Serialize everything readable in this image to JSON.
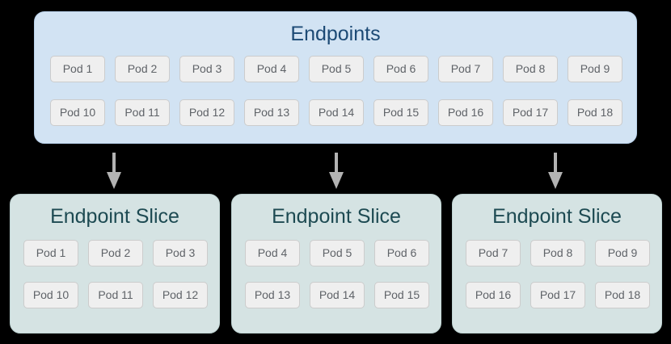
{
  "colors": {
    "background": "#000000",
    "endpoints-fill": "#d2e3f3",
    "endpoints-border": "#b9d1ea",
    "endpoints-title": "#1c4a75",
    "slice-fill": "#d5e3e3",
    "slice-border": "#bfd4d3",
    "slice-title": "#1d4a52",
    "pod-fill": "#efefef",
    "pod-border": "#cccccc",
    "pod-text": "#5f6368",
    "arrow": "#b3b3b3"
  },
  "endpoints": {
    "title": "Endpoints",
    "pods": [
      "Pod 1",
      "Pod 2",
      "Pod 3",
      "Pod 4",
      "Pod 5",
      "Pod 6",
      "Pod 7",
      "Pod 8",
      "Pod 9",
      "Pod 10",
      "Pod 11",
      "Pod 12",
      "Pod 13",
      "Pod 14",
      "Pod 15",
      "Pod 16",
      "Pod 17",
      "Pod 18"
    ]
  },
  "slices": [
    {
      "title": "Endpoint Slice",
      "pods": [
        "Pod 1",
        "Pod 2",
        "Pod 3",
        "Pod 10",
        "Pod 11",
        "Pod 12"
      ]
    },
    {
      "title": "Endpoint Slice",
      "pods": [
        "Pod 4",
        "Pod 5",
        "Pod 6",
        "Pod 13",
        "Pod 14",
        "Pod 15"
      ]
    },
    {
      "title": "Endpoint Slice",
      "pods": [
        "Pod 7",
        "Pod 8",
        "Pod 9",
        "Pod 16",
        "Pod 17",
        "Pod 18"
      ]
    }
  ]
}
